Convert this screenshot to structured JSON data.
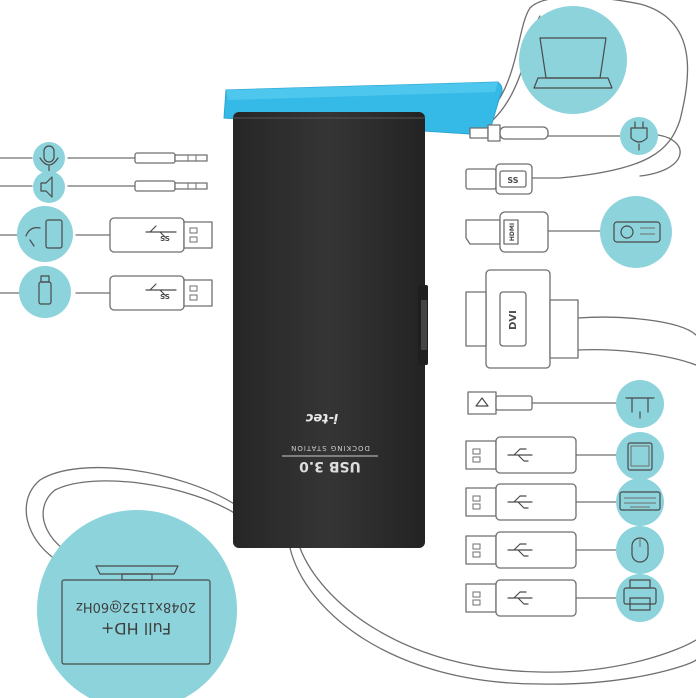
{
  "device": {
    "brand": "i-tec",
    "model": "USB 3.0",
    "subtitle": "DOCKING STATION"
  },
  "monitor": {
    "line1": "Full HD+",
    "line2": "2048x1152@60Hz"
  },
  "connectors": {
    "usb3_badge": "SS",
    "hdmi_badge": "HDMI",
    "dvi_badge": "DVI"
  },
  "colors": {
    "accent": "#8dd3dc",
    "stand": "#35b9e6",
    "device_body": "#2e2e2e",
    "line": "#6f6f6f"
  },
  "icons": {
    "circles": [
      "laptop-icon",
      "power-plug-icon",
      "projector-icon",
      "ethernet-icon",
      "tablet-icon",
      "keyboard-icon",
      "mouse-icon",
      "printer-icon",
      "microphone-icon",
      "speaker-icon",
      "smartphone-icon",
      "usb-stick-icon",
      "monitor-icon"
    ]
  }
}
